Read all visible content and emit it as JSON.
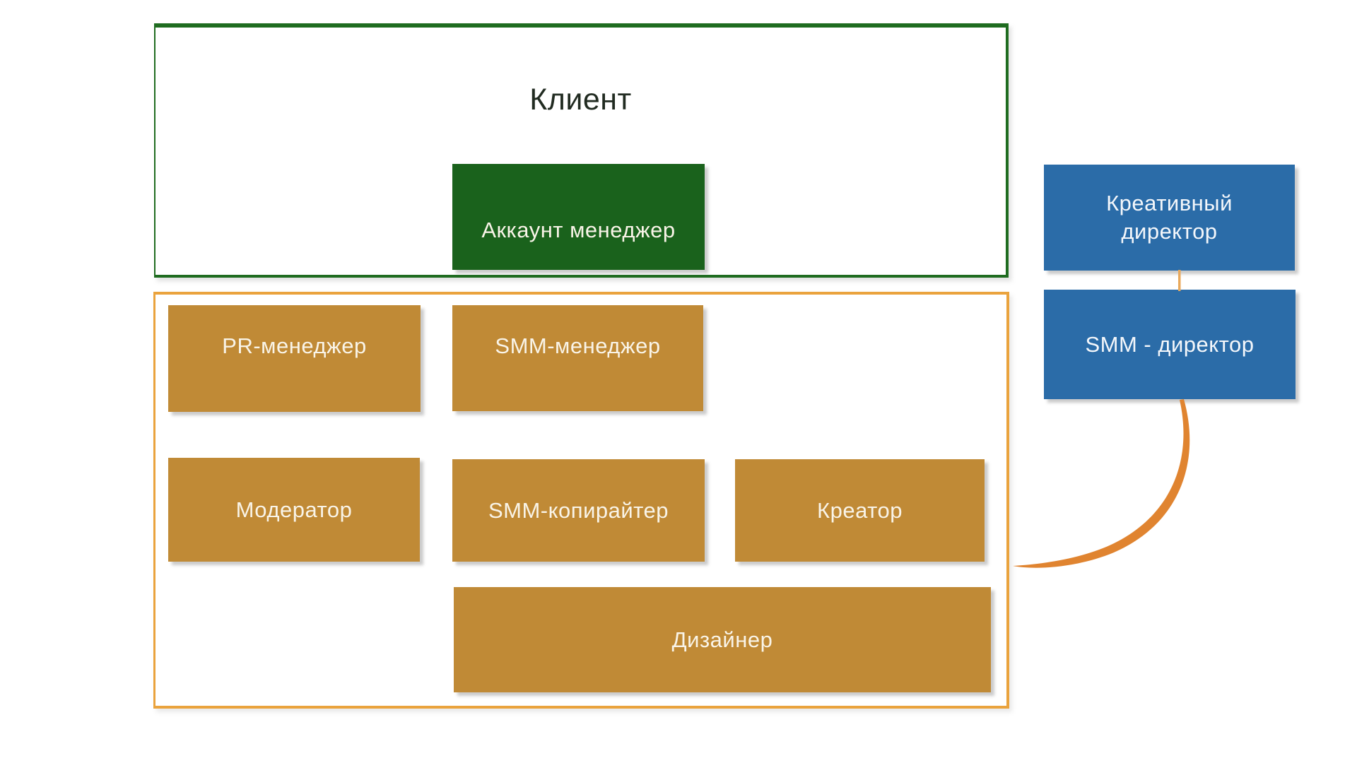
{
  "client_group": {
    "title": "Клиент",
    "account_manager": "Аккаунт менеджер",
    "border_color": "#1f6c20",
    "box_fill": "#1a621c"
  },
  "team_group": {
    "border_color": "#eaa33d",
    "box_fill": "#c08a36",
    "boxes": {
      "pr_manager": "PR-менеджер",
      "smm_manager": "SMM-менеджер",
      "moderator": "Модератор",
      "smm_copywriter": "SMM-копирайтер",
      "creator": "Креатор",
      "designer": "Дизайнер"
    }
  },
  "directors": {
    "box_fill": "#2b6ca8",
    "creative_director": {
      "lines": [
        "Креативный",
        "директор"
      ]
    },
    "smm_director": {
      "label": "SMM - директор"
    }
  },
  "connectors": {
    "directors_link_color": "#e9a95c",
    "curve_color": "#e08430"
  },
  "text_colors": {
    "panel_title": "#212b21",
    "node_label": "#f9f4e8"
  }
}
